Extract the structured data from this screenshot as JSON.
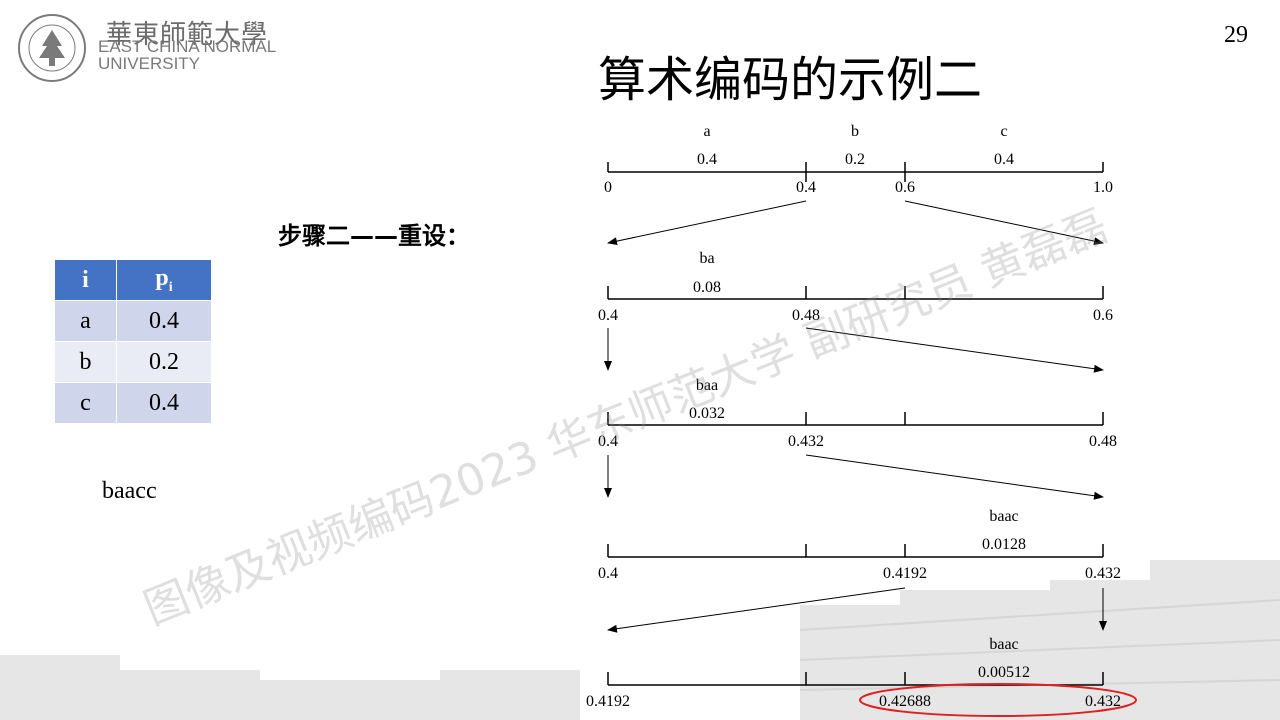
{
  "header": {
    "logo_cn": "華東師範大學",
    "logo_en_line1": "EAST CHINA NORMAL",
    "logo_en_line2": "UNIVERSITY",
    "page_number": "29"
  },
  "title": "算术编码的示例二",
  "step_label": "步骤二——重设：",
  "prob_table": {
    "headers": [
      "i",
      "p"
    ],
    "header_sub": "i",
    "rows": [
      [
        "a",
        "0.4"
      ],
      [
        "b",
        "0.2"
      ],
      [
        "c",
        "0.4"
      ]
    ]
  },
  "sequence": "baacc",
  "diagram": {
    "level0": {
      "symbols": [
        "a",
        "b",
        "c"
      ],
      "probs": [
        "0.4",
        "0.2",
        "0.4"
      ],
      "ticks": [
        "0",
        "0.4",
        "0.6",
        "1.0"
      ]
    },
    "level1": {
      "label": "ba",
      "prob": "0.08",
      "ticks": [
        "0.4",
        "0.48",
        "0.6"
      ]
    },
    "level2": {
      "label": "baa",
      "prob": "0.032",
      "ticks": [
        "0.4",
        "0.432",
        "0.48"
      ]
    },
    "level3": {
      "label": "baac",
      "prob": "0.0128",
      "ticks": [
        "0.4",
        "0.4192",
        "0.432"
      ]
    },
    "level4": {
      "label": "baac",
      "prob": "0.00512",
      "ticks": [
        "0.4192",
        "0.42688",
        "0.432"
      ]
    }
  },
  "watermark": "图像及视频编码2023 华东师范大学 副研究员 黄磊磊",
  "colors": {
    "table_header": "#4472c4",
    "table_row_dark": "#cfd5ea",
    "table_row_light": "#e9ebf5",
    "highlight": "#e02020"
  }
}
